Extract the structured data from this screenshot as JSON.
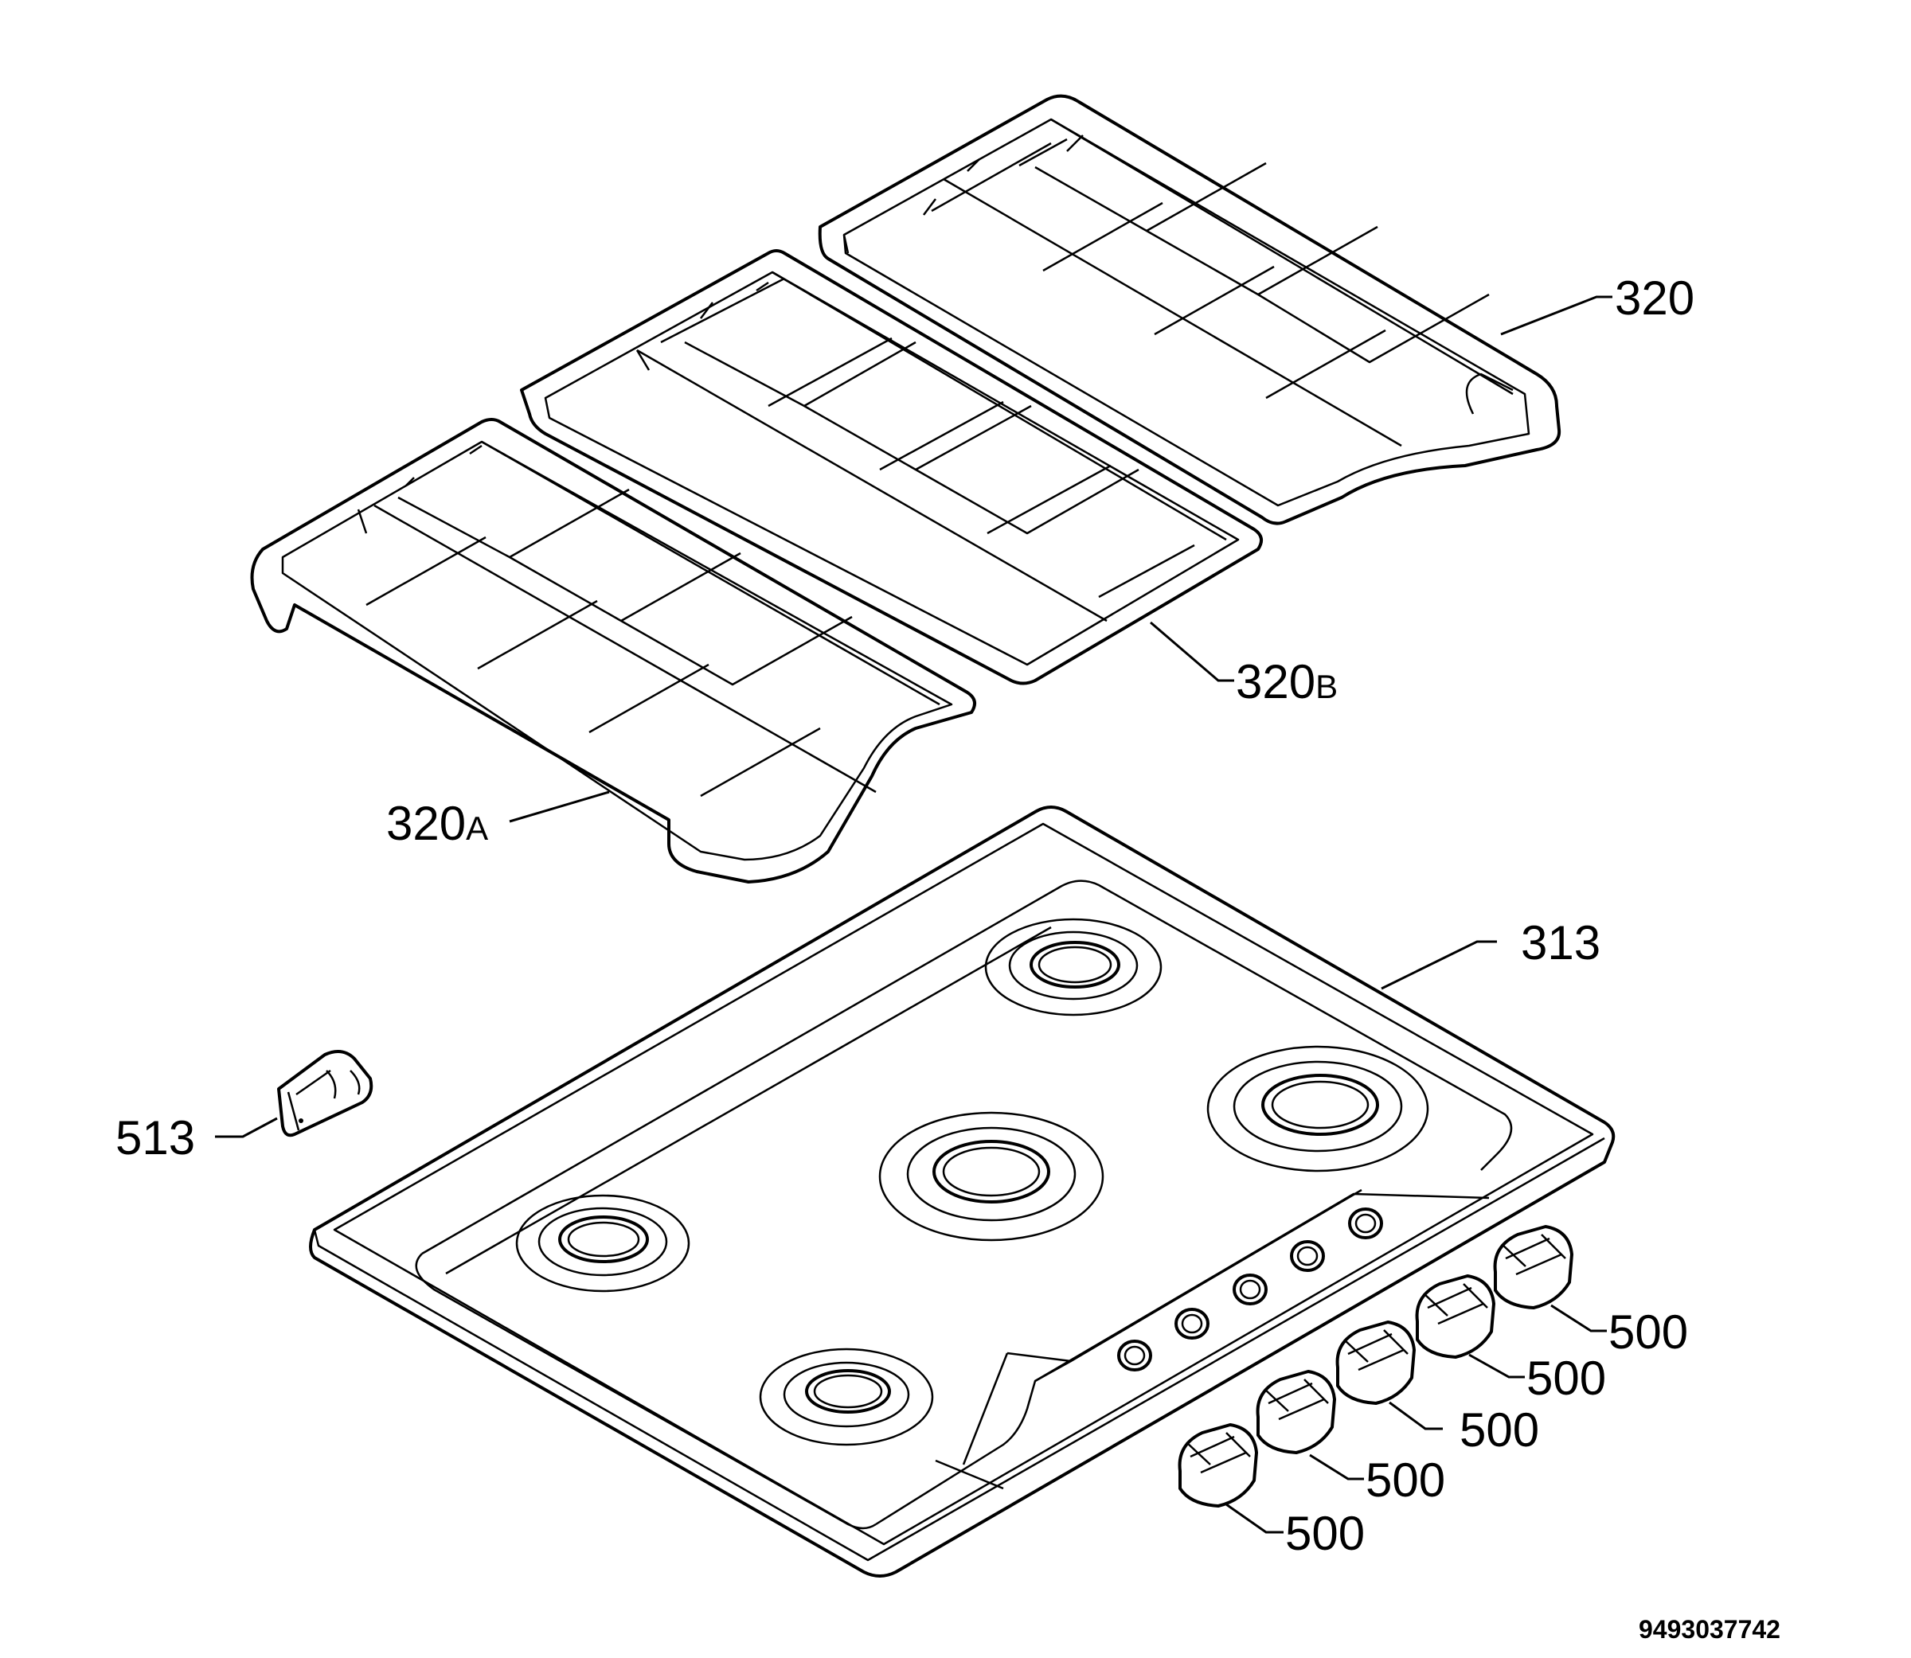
{
  "labels": {
    "grid_right": "320",
    "grid_middle": {
      "main": "320",
      "suffix": "B"
    },
    "grid_left": {
      "main": "320",
      "suffix": "A"
    },
    "hob": "313",
    "clip": "513",
    "knob_1": "500",
    "knob_2": "500",
    "knob_3": "500",
    "knob_4": "500",
    "knob_5": "500"
  },
  "document_number": "9493037742"
}
